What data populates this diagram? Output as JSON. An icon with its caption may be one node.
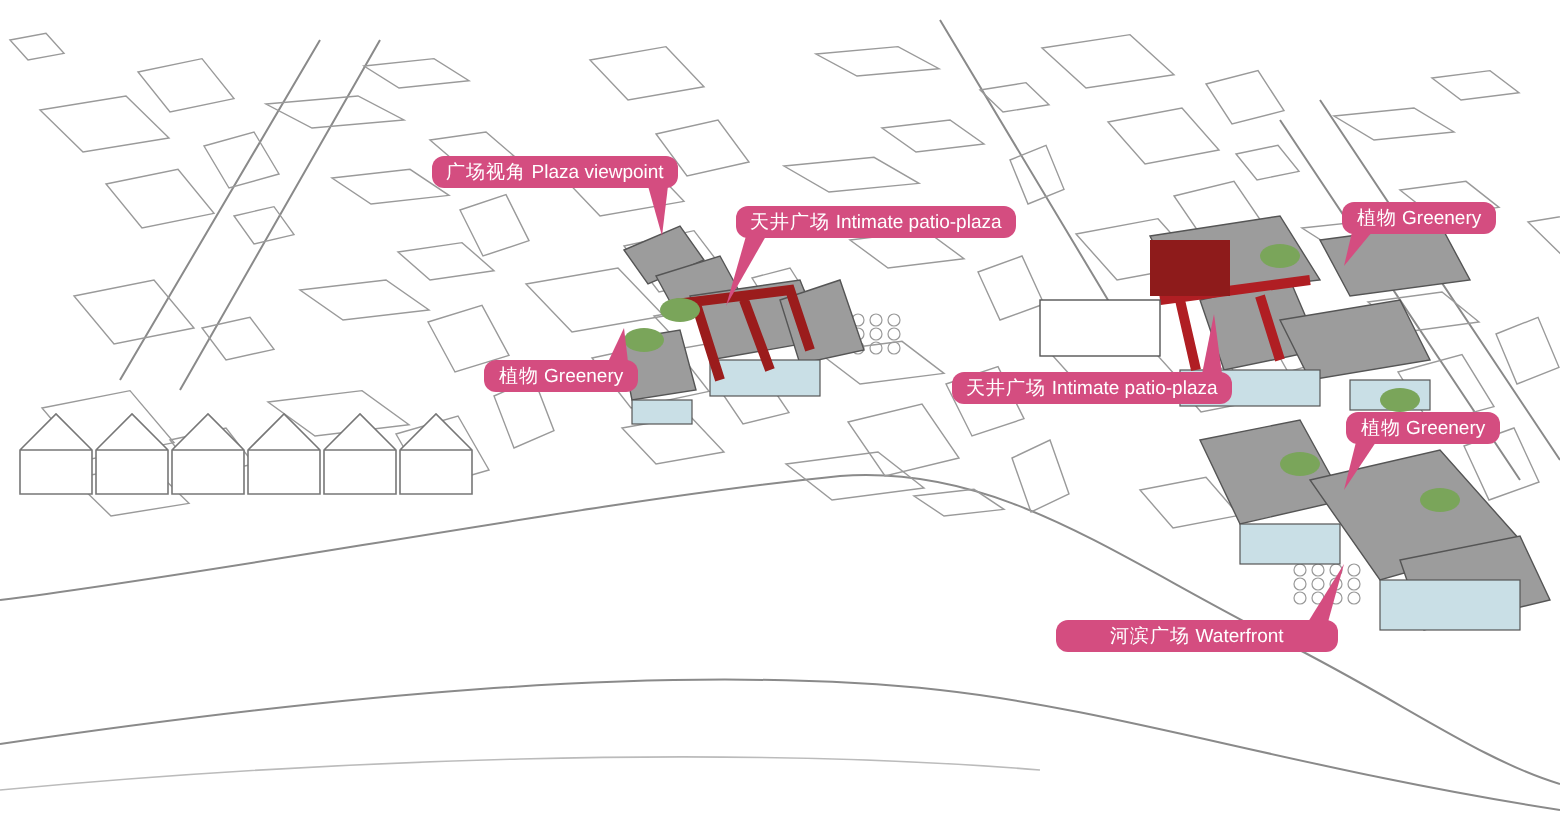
{
  "diagram": {
    "nodes": [
      {
        "text": [
          "广场视角 Plaza viewpoint"
        ]
      },
      {
        "text": [
          "天井广场 Intimate patio-plaza"
        ]
      },
      {
        "text": [
          "植物 Greenery"
        ]
      },
      {
        "text": [
          "天井广场 Intimate patio-plaza"
        ]
      },
      {
        "text": [
          "植物 Greenery"
        ]
      },
      {
        "text": [
          "植物 Greenery"
        ]
      },
      {
        "text": [
          "河滨广场 Waterfront"
        ]
      }
    ]
  }
}
